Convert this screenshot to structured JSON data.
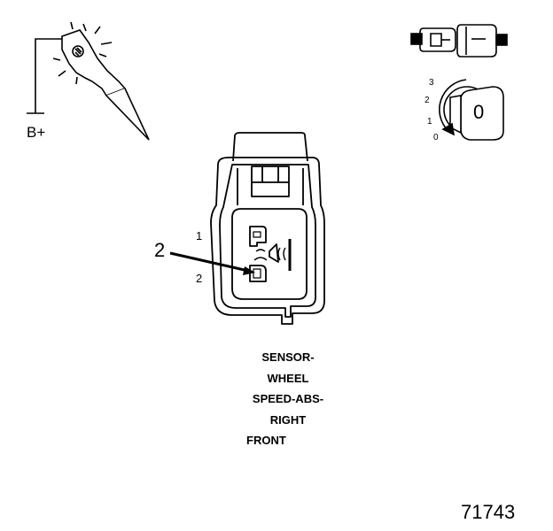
{
  "test_light": {
    "supply_label": "B+"
  },
  "connector": {
    "pin_labels": [
      "1",
      "2"
    ],
    "callout": "2"
  },
  "ignition": {
    "positions": [
      "3",
      "2",
      "1",
      "0"
    ],
    "key_face": "0"
  },
  "caption": {
    "lines": [
      "SENSOR-",
      "WHEEL",
      "SPEED-ABS-",
      "RIGHT",
      "FRONT"
    ]
  },
  "figure_number": "71743"
}
